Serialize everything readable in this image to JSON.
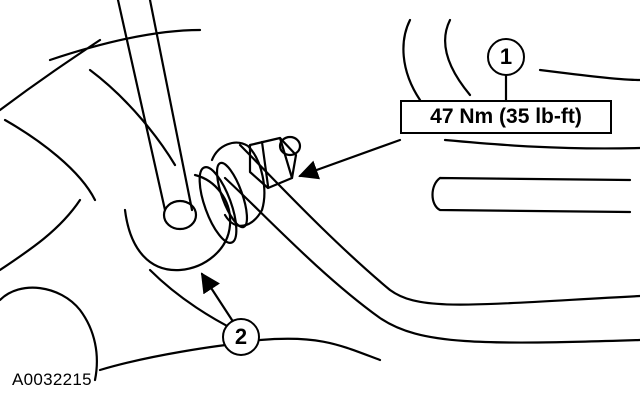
{
  "callouts": [
    {
      "number": "1"
    },
    {
      "number": "2"
    }
  ],
  "torque_spec": "47 Nm (35 lb-ft)",
  "figure_id": "A0032215"
}
